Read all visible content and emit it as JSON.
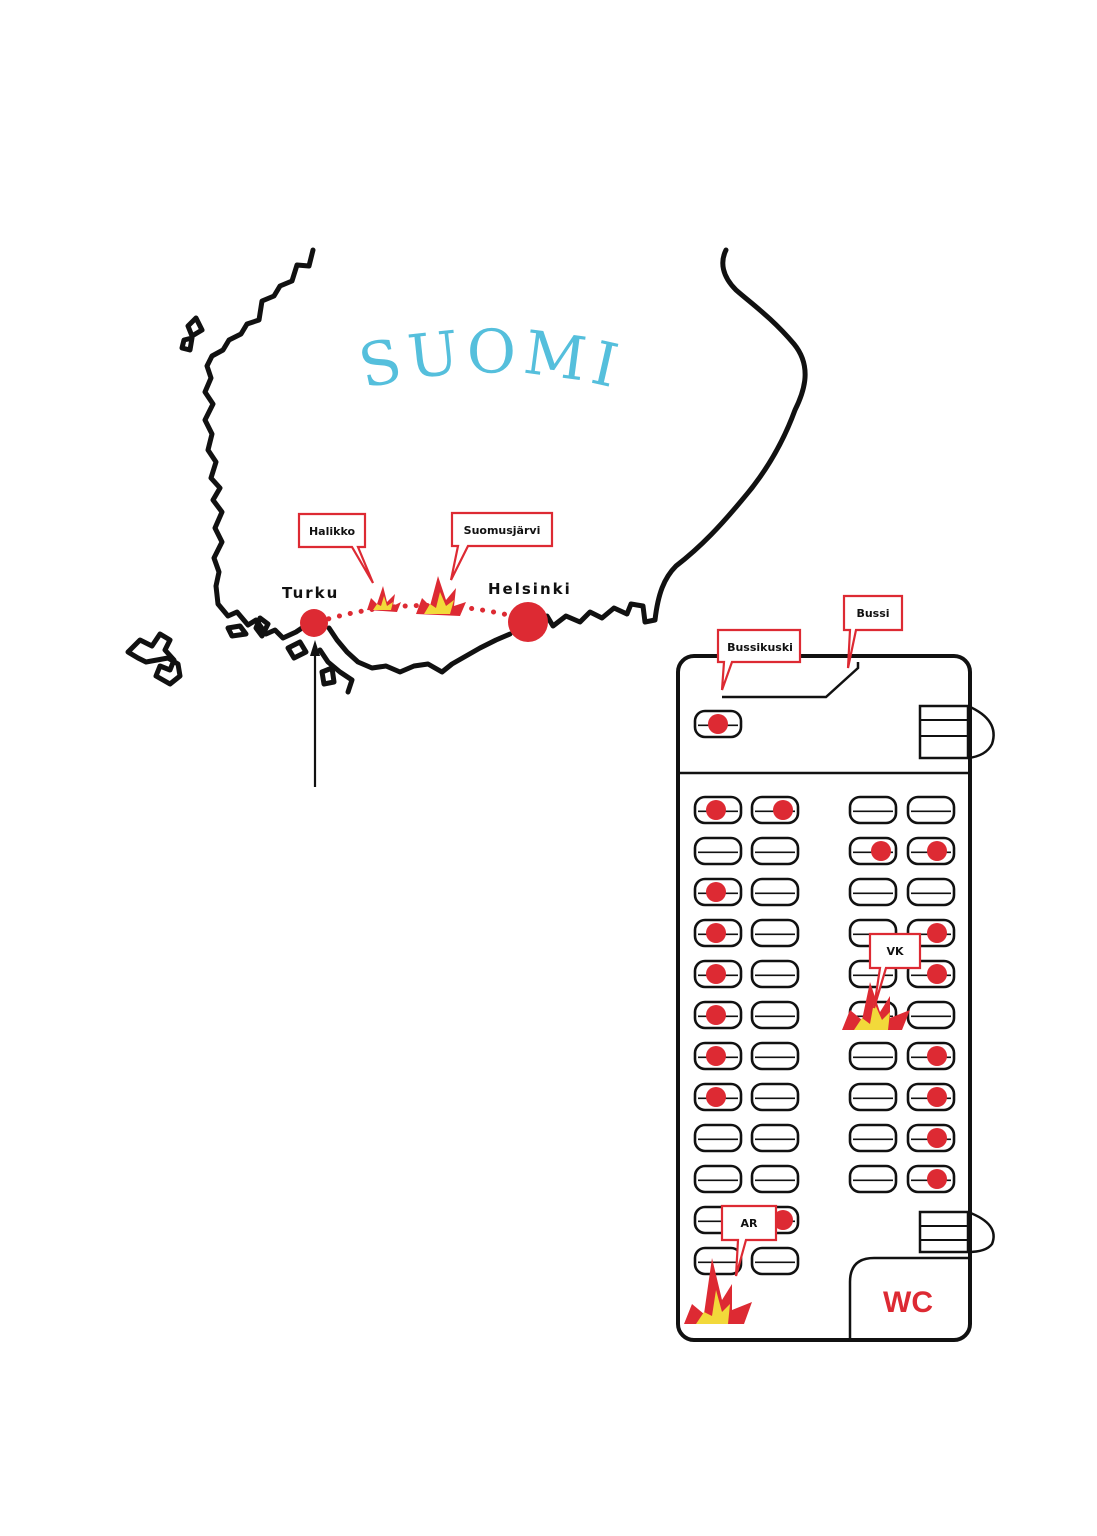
{
  "map": {
    "country_label": "SUOMI",
    "cities": [
      {
        "id": "turku",
        "name": "Turku"
      },
      {
        "id": "helsinki",
        "name": "Helsinki"
      }
    ],
    "incident_callouts": [
      {
        "id": "halikko",
        "label": "Halikko"
      },
      {
        "id": "suomusjarvi",
        "label": "Suomusjärvi"
      }
    ]
  },
  "bus": {
    "callouts": {
      "driver": "Bussikuski",
      "bus": "Bussi",
      "vk": "VK",
      "ar": "AR"
    },
    "wc_label": "WC",
    "seats_per_side": 10,
    "seats_left_extra": 2,
    "occupied": {
      "driver": true,
      "left_outer": [
        true,
        false,
        true,
        true,
        true,
        true,
        true,
        true,
        false,
        false,
        false,
        false
      ],
      "left_inner": [
        true,
        false,
        false,
        false,
        false,
        false,
        false,
        false,
        false,
        false,
        true,
        false
      ],
      "right_inner": [
        false,
        true,
        false,
        false,
        false,
        false,
        false,
        false,
        false,
        false
      ],
      "right_outer": [
        false,
        true,
        false,
        true,
        true,
        false,
        true,
        true,
        true,
        true
      ]
    }
  },
  "colors": {
    "accent_red": "#dd2a33",
    "country_blue": "#55bfdc",
    "explosion_yellow": "#f2d93a",
    "outline": "#111111"
  }
}
